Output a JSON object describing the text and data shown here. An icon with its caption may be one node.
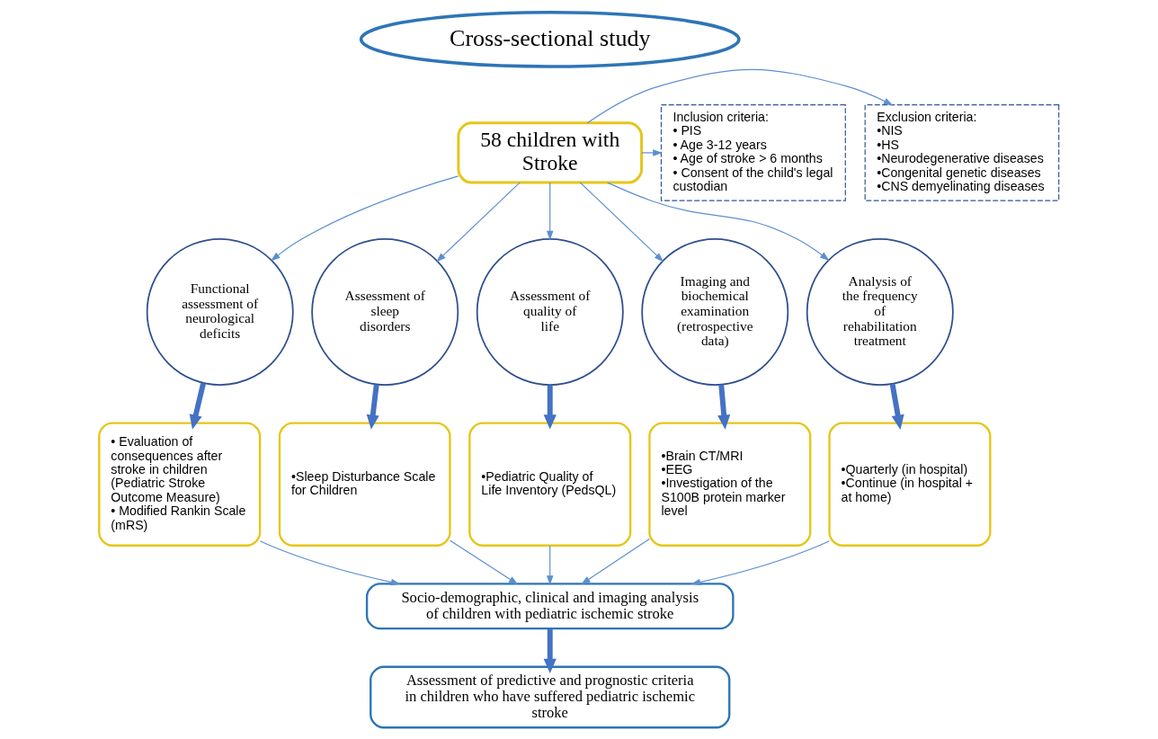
{
  "diagram": {
    "nodes": [
      {
        "text": [
          "Cross-sectional study"
        ]
      },
      {
        "text": [
          "Inclusion criteria:",
          "• PIS",
          "• Age 3-12 years",
          "• Age of stroke > 6 months",
          "• Consent of the child's legal custodian"
        ]
      },
      {
        "text": [
          "58 children with Stroke"
        ]
      },
      {
        "text": [
          "Exclusion criteria:",
          "•NIS",
          "•HS",
          "•Neurodegenerative diseases",
          "•Congenital genetic diseases",
          "•CNS demyelinating diseases"
        ]
      },
      {
        "text": [
          "Functional assessment of neurological deficits"
        ]
      },
      {
        "text": [
          "Assessment of sleep disorders"
        ]
      },
      {
        "text": [
          "Assessment of quality of life"
        ]
      },
      {
        "text": [
          "Imaging and biochemical examination (retrospective data)"
        ]
      },
      {
        "text": [
          "Analysis of the frequency of rehabilitation treatment"
        ]
      },
      {
        "text": [
          "• Evaluation of consequences after stroke in children (Pediatric Stroke Outcome Measure)",
          "• Modified Rankin Scale (mRS)"
        ]
      },
      {
        "text": [
          "•Sleep Disturbance Scale for Children"
        ]
      },
      {
        "text": [
          "•Pediatric Quality of Life Inventory (PedsQL)"
        ]
      },
      {
        "text": [
          "•Brain CT/MRI",
          "•EEG",
          "•Investigation of the S100B protein marker level"
        ]
      },
      {
        "text": [
          "•Quarterly (in hospital)",
          "•Continue (in hospital + at home)"
        ]
      },
      {
        "text": [
          "Socio-demographic, clinical and imaging analysis of children with pediatric ischemic stroke"
        ]
      },
      {
        "text": [
          "Assessment of predictive and prognostic criteria in children who have suffered pediatric ischemic stroke"
        ]
      }
    ],
    "edges": [
      {
        "from": 2,
        "to": 1,
        "arrow": "to"
      },
      {
        "from": 2,
        "to": 3,
        "arrow": "to"
      },
      {
        "from": 2,
        "to": 4,
        "arrow": "to"
      },
      {
        "from": 2,
        "to": 5,
        "arrow": "to"
      },
      {
        "from": 2,
        "to": 6,
        "arrow": "to"
      },
      {
        "from": 2,
        "to": 7,
        "arrow": "to"
      },
      {
        "from": 2,
        "to": 8,
        "arrow": "to"
      },
      {
        "from": 4,
        "to": 9,
        "arrow": "to",
        "style": "thick"
      },
      {
        "from": 5,
        "to": 10,
        "arrow": "to",
        "style": "thick"
      },
      {
        "from": 6,
        "to": 11,
        "arrow": "to",
        "style": "thick"
      },
      {
        "from": 7,
        "to": 12,
        "arrow": "to",
        "style": "thick"
      },
      {
        "from": 8,
        "to": 13,
        "arrow": "to",
        "style": "thick"
      },
      {
        "from": 9,
        "to": 14,
        "arrow": "to"
      },
      {
        "from": 10,
        "to": 14,
        "arrow": "to"
      },
      {
        "from": 11,
        "to": 14,
        "arrow": "to"
      },
      {
        "from": 12,
        "to": 14,
        "arrow": "to"
      },
      {
        "from": 13,
        "to": 14,
        "arrow": "to"
      },
      {
        "from": 14,
        "to": 15,
        "arrow": "to",
        "style": "thick"
      }
    ]
  }
}
